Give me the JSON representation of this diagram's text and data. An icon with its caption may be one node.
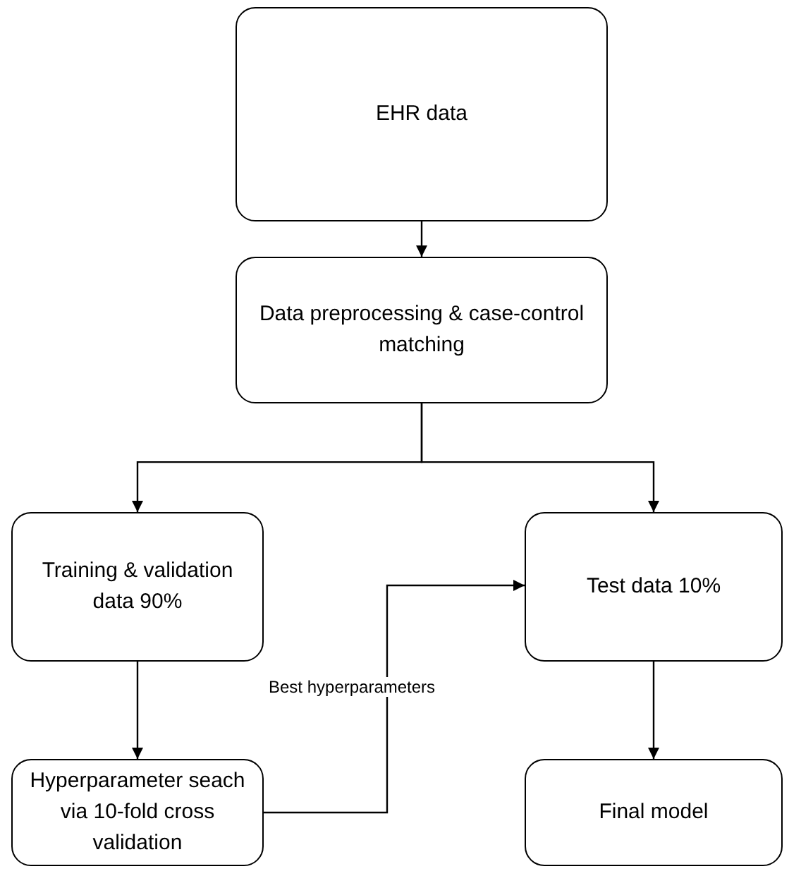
{
  "diagram": {
    "nodes": [
      {
        "text": [
          "EHR data"
        ]
      },
      {
        "text": [
          "Data preprocessing & case-control matching"
        ]
      },
      {
        "text": [
          "Training & validation data 90%"
        ]
      },
      {
        "text": [
          "Test data 10%"
        ]
      },
      {
        "text": [
          "Hyperparameter seach via 10-fold cross validation"
        ]
      },
      {
        "text": [
          "Final model"
        ]
      }
    ],
    "edges": [
      {
        "from": 0,
        "to": 1,
        "arrow": "to"
      },
      {
        "from": 1,
        "to": 2,
        "arrow": "to"
      },
      {
        "from": 1,
        "to": 3,
        "arrow": "to"
      },
      {
        "from": 2,
        "to": 4,
        "arrow": "to"
      },
      {
        "from": 4,
        "to": 3,
        "arrow": "to",
        "label": "Best hyperparameters"
      },
      {
        "from": 3,
        "to": 5,
        "arrow": "to"
      }
    ]
  }
}
